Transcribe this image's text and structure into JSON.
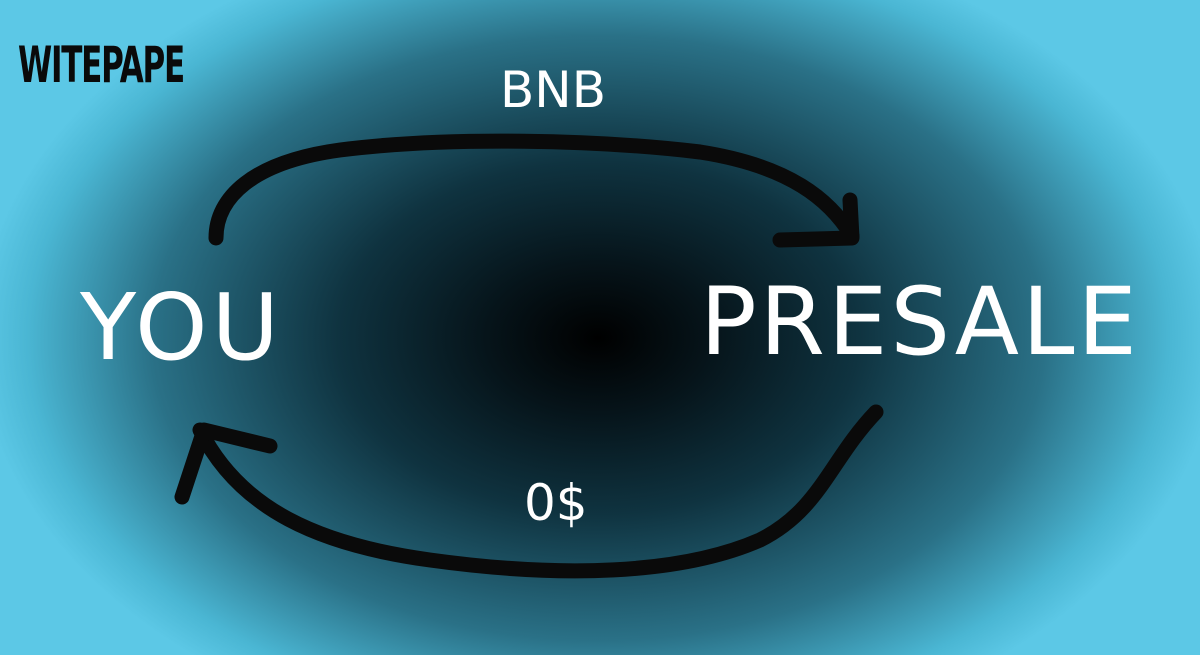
{
  "logo": {
    "text": "WITEPAPE"
  },
  "nodes": {
    "left": "YOU",
    "right": "PRESALE"
  },
  "edges": {
    "top": "BNB",
    "bottom": "0$"
  },
  "colors": {
    "center": "#000000",
    "edge": "#5cc8e6",
    "text": "#ffffff",
    "stroke": "#0a0a0a"
  }
}
